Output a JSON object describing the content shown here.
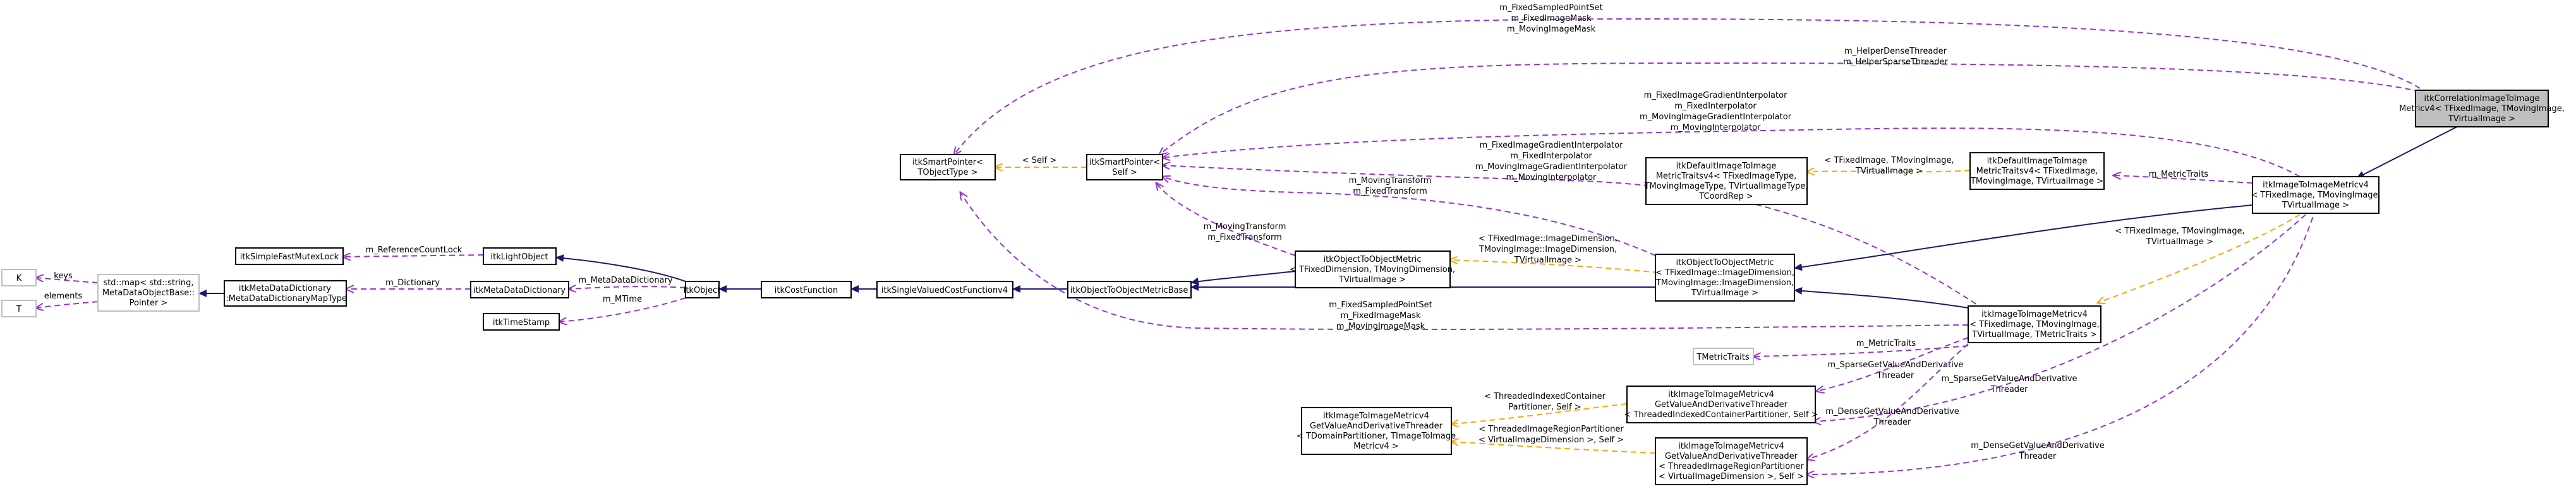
{
  "nodes": [
    {
      "id": "corr",
      "lines": [
        "itkCorrelationImageToImage",
        "Metricv4< TFixedImage, TMovingImage,",
        "TVirtualImage >"
      ],
      "highlight": true
    },
    {
      "id": "itimv4_traits",
      "lines": [
        "itkImageToImageMetricv4",
        "< TFixedImage, TMovingImage,",
        "TVirtualImage >"
      ]
    },
    {
      "id": "itimv4_full",
      "lines": [
        "itkImageToImageMetricv4",
        "< TFixedImage, TMovingImage,",
        "TVirtualImage, TMetricTraits >"
      ]
    },
    {
      "id": "objtoobj",
      "lines": [
        "itkObjectToObjectMetric",
        "< TFixedImage::ImageDimension,",
        "TMovingImage::ImageDimension,",
        "TVirtualImage >"
      ]
    },
    {
      "id": "objtoobj_tmpl",
      "lines": [
        "itkObjectToObjectMetric",
        "< TFixedDimension, TMovingDimension,",
        "TVirtualImage >"
      ]
    },
    {
      "id": "objtoobjbase",
      "lines": [
        "itkObjectToObjectMetricBase"
      ]
    },
    {
      "id": "svcf",
      "lines": [
        "itkSingleValuedCostFunctionv4"
      ]
    },
    {
      "id": "costfn",
      "lines": [
        "itkCostFunction"
      ]
    },
    {
      "id": "object",
      "lines": [
        "itkObject"
      ]
    },
    {
      "id": "lightobj",
      "lines": [
        "itkLightObject"
      ]
    },
    {
      "id": "mutex",
      "lines": [
        "itkSimpleFastMutexLock"
      ]
    },
    {
      "id": "metadict",
      "lines": [
        "itkMetaDataDictionary"
      ]
    },
    {
      "id": "timestamp",
      "lines": [
        "itkTimeStamp"
      ]
    },
    {
      "id": "metadictmap",
      "lines": [
        "itkMetaDataDictionary",
        "::MetaDataDictionaryMapType"
      ]
    },
    {
      "id": "stdmap",
      "lines": [
        "std::map< std::string,",
        "MetaDataObjectBase::",
        "Pointer >"
      ]
    },
    {
      "id": "k",
      "lines": [
        "K"
      ],
      "gray": true
    },
    {
      "id": "t",
      "lines": [
        "T"
      ],
      "gray": true
    },
    {
      "id": "sp_tobj",
      "lines": [
        "itkSmartPointer<",
        "TObjectType >"
      ]
    },
    {
      "id": "sp_self",
      "lines": [
        "itkSmartPointer<",
        "Self >"
      ]
    },
    {
      "id": "defaulttraits",
      "lines": [
        "itkDefaultImageToImage",
        "MetricTraitsv4< TFixedImageType,",
        "TMovingImageType, TVirtualImageType,",
        "TCoordRep >"
      ]
    },
    {
      "id": "defaulttraits_inst",
      "lines": [
        "itkDefaultImageToImage",
        "MetricTraitsv4< TFixedImage,",
        "TMovingImage, TVirtualImage >"
      ]
    },
    {
      "id": "tmetrictraits",
      "lines": [
        "TMetricTraits"
      ],
      "gray": true
    },
    {
      "id": "thr_domain",
      "lines": [
        "itkImageToImageMetricv4",
        "GetValueAndDerivativeThreader",
        "< TDomainPartitioner, TImageToImage",
        "Metricv4 >"
      ]
    },
    {
      "id": "thr_indexed",
      "lines": [
        "itkImageToImageMetricv4",
        "GetValueAndDerivativeThreader",
        "< ThreadedIndexedContainerPartitioner, Self >"
      ]
    },
    {
      "id": "thr_region",
      "lines": [
        "itkImageToImageMetricv4",
        "GetValueAndDerivativeThreader",
        "< ThreadedImageRegionPartitioner",
        "< VirtualImageDimension >, Self >"
      ]
    }
  ],
  "edges": [
    {
      "id": "e1",
      "lines": [
        "m_FixedSampledPointSet",
        "m_FixedImageMask",
        "m_MovingImageMask"
      ]
    },
    {
      "id": "e2",
      "lines": [
        "m_HelperDenseThreader",
        "m_HelperSparseThreader"
      ]
    },
    {
      "id": "e3",
      "lines": [
        "m_FixedImageGradientInterpolator",
        "m_FixedInterpolator",
        "m_MovingImageGradientInterpolator",
        "m_MovingInterpolator"
      ]
    },
    {
      "id": "e4",
      "lines": [
        "< Self >"
      ]
    },
    {
      "id": "e5",
      "lines": [
        "m_FixedImageGradientInterpolator",
        "m_FixedInterpolator",
        "m_MovingImageGradientInterpolator",
        "m_MovingInterpolator"
      ]
    },
    {
      "id": "e6",
      "lines": [
        "m_MovingTransform",
        "m_FixedTransform"
      ]
    },
    {
      "id": "e7",
      "lines": [
        "m_MovingTransform",
        "m_FixedTransform"
      ]
    },
    {
      "id": "e8",
      "lines": [
        "< TFixedImage, TMovingImage,",
        "TVirtualImage >"
      ]
    },
    {
      "id": "e9",
      "lines": [
        "m_MetricTraits"
      ]
    },
    {
      "id": "e10",
      "lines": [
        "< TFixedImage::ImageDimension,",
        "TMovingImage::ImageDimension,",
        "TVirtualImage >"
      ]
    },
    {
      "id": "e11",
      "lines": [
        "< TFixedImage, TMovingImage,",
        "TVirtualImage >"
      ]
    },
    {
      "id": "e12",
      "lines": [
        "m_ReferenceCountLock"
      ]
    },
    {
      "id": "e13",
      "lines": [
        "m_Dictionary"
      ]
    },
    {
      "id": "e14",
      "lines": [
        "m_MetaDataDictionary"
      ]
    },
    {
      "id": "e15",
      "lines": [
        "m_MTime"
      ]
    },
    {
      "id": "e16",
      "lines": [
        "keys"
      ]
    },
    {
      "id": "e17",
      "lines": [
        "elements"
      ]
    },
    {
      "id": "e18",
      "lines": [
        "m_FixedSampledPointSet",
        "m_FixedImageMask",
        "m_MovingImageMask"
      ]
    },
    {
      "id": "e19",
      "lines": [
        "m_MetricTraits"
      ]
    },
    {
      "id": "e20",
      "lines": [
        "m_SparseGetValueAndDerivative",
        "Threader"
      ]
    },
    {
      "id": "e21",
      "lines": [
        "m_SparseGetValueAndDerivative",
        "Threader"
      ]
    },
    {
      "id": "e22",
      "lines": [
        "< ThreadedIndexedContainer",
        "Partitioner, Self >"
      ]
    },
    {
      "id": "e23",
      "lines": [
        "m_DenseGetValueAndDerivative",
        "Threader"
      ]
    },
    {
      "id": "e24",
      "lines": [
        "< ThreadedImageRegionPartitioner",
        "< VirtualImageDimension >, Self >"
      ]
    },
    {
      "id": "e25",
      "lines": [
        "m_DenseGetValueAndDerivative",
        "Threader"
      ]
    }
  ],
  "colors": {
    "inheritance": "#191970",
    "usage": "#9a32cd",
    "template": "#ffa500",
    "highlight_fill": "#bfbfbf",
    "node_fill": "#ffffff",
    "gray_stroke": "#bfbfbf"
  }
}
